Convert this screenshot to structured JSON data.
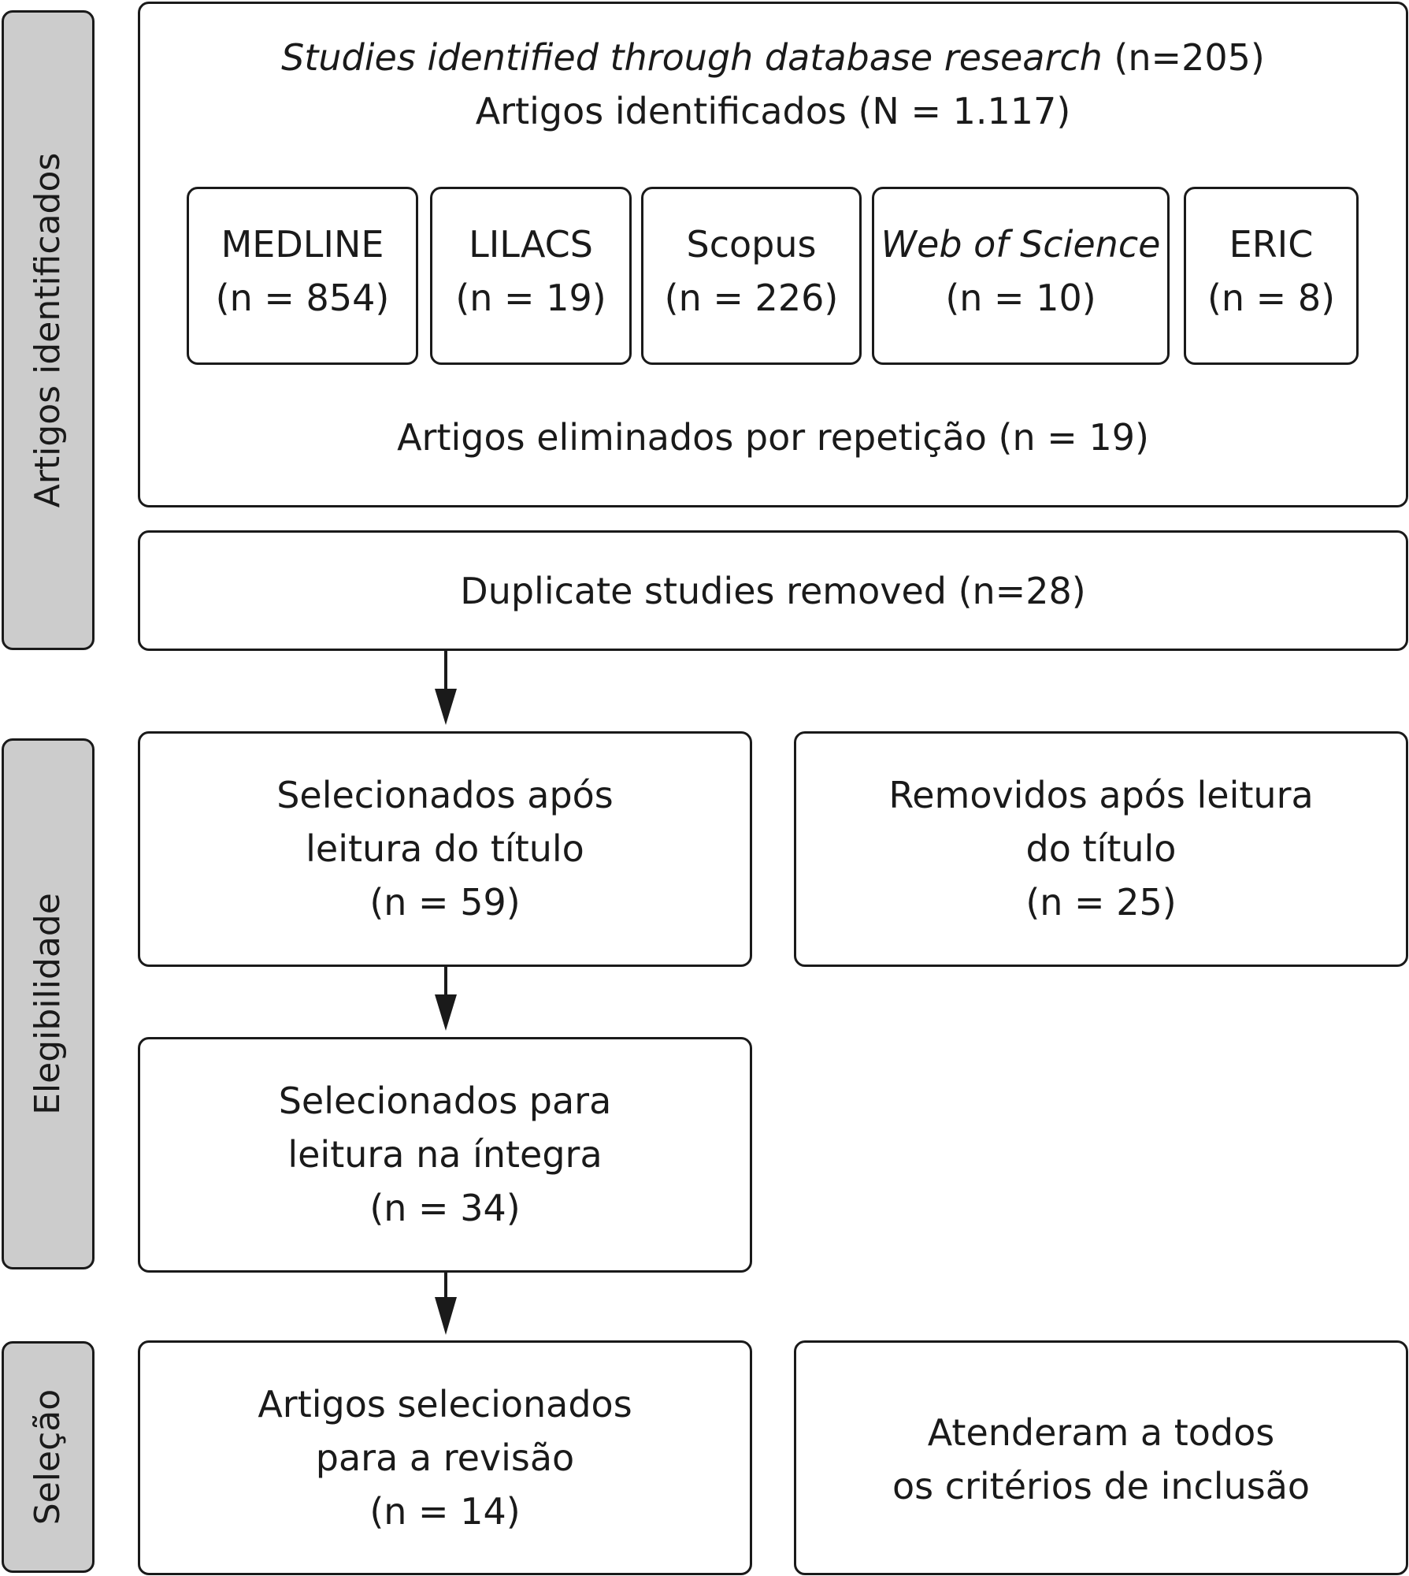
{
  "phases": {
    "identification": "Artigos identificados",
    "eligibility": "Elegibilidade",
    "selection": "Seleção"
  },
  "top_box": {
    "line1_italic": "Studies identified through database research",
    "line1_rest": " (n=205)",
    "line2": "Artigos identificados (N = 1.117)",
    "databases": [
      {
        "name": "MEDLINE",
        "count": "(n = 854)",
        "italic": false
      },
      {
        "name": "LILACS",
        "count": "(n = 19)",
        "italic": false
      },
      {
        "name": "Scopus",
        "count": "(n = 226)",
        "italic": false
      },
      {
        "name": "Web of Science",
        "count": "(n = 10)",
        "italic": true
      },
      {
        "name": "ERIC",
        "count": "(n = 8)",
        "italic": false
      }
    ],
    "eliminated": "Artigos eliminados por repetição (n = 19)"
  },
  "duplicates_box": {
    "text": "Duplicate studies removed (n=28)"
  },
  "title_selected": {
    "line1": "Selecionados após",
    "line2": "leitura do título",
    "line3": "(n = 59)"
  },
  "title_removed": {
    "line1": "Removidos após leitura",
    "line2": "do título",
    "line3": "(n = 25)"
  },
  "fulltext_selected": {
    "line1": "Selecionados para",
    "line2": "leitura na íntegra",
    "line3": "(n = 34)"
  },
  "final_selected": {
    "line1": "Artigos selecionados",
    "line2": "para a revisão",
    "line3": "(n = 14)"
  },
  "criteria": {
    "line1": "Atenderam a todos",
    "line2": "os critérios de inclusão"
  }
}
